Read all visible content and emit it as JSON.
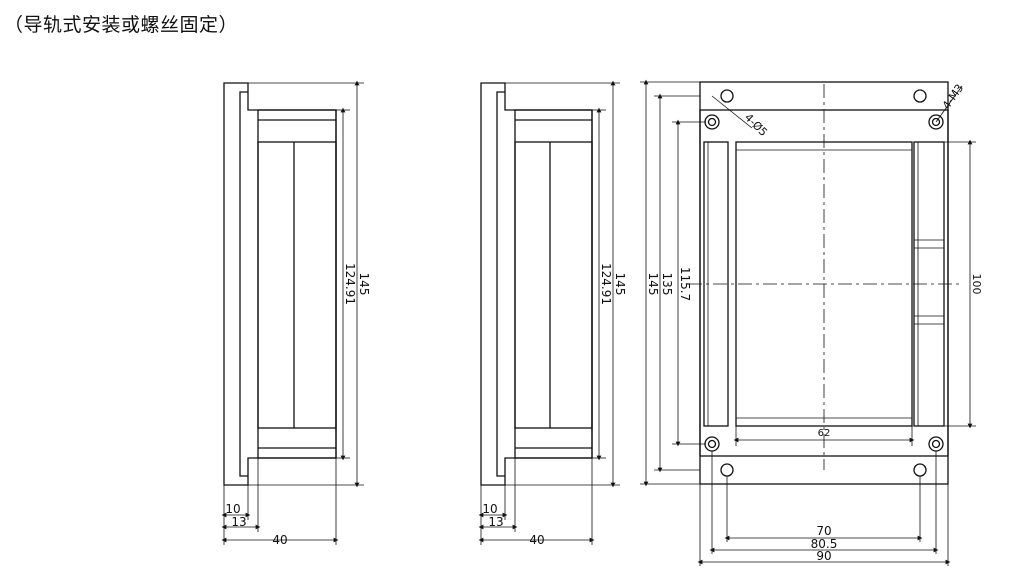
{
  "caption": "（导轨式安装或螺丝固定）",
  "views": {
    "side_left": {
      "dim_height_outer": "145",
      "dim_height_inner": "124.91",
      "dim_10": "10",
      "dim_13": "13",
      "dim_40": "40"
    },
    "side_right": {
      "dim_height_outer": "145",
      "dim_height_inner": "124.91",
      "dim_10": "10",
      "dim_13": "13",
      "dim_40": "40"
    },
    "front": {
      "dim_145": "145",
      "dim_135": "135",
      "dim_115_7": "115.7",
      "dim_100": "100",
      "dim_62": "62",
      "dim_70": "70",
      "dim_80_5": "80.5",
      "dim_90": "90",
      "hole_label_phi5": "4-Ø5",
      "hole_label_m3": "4-M3"
    }
  },
  "colors": {
    "line": "#111111",
    "centerline": "#222222"
  }
}
